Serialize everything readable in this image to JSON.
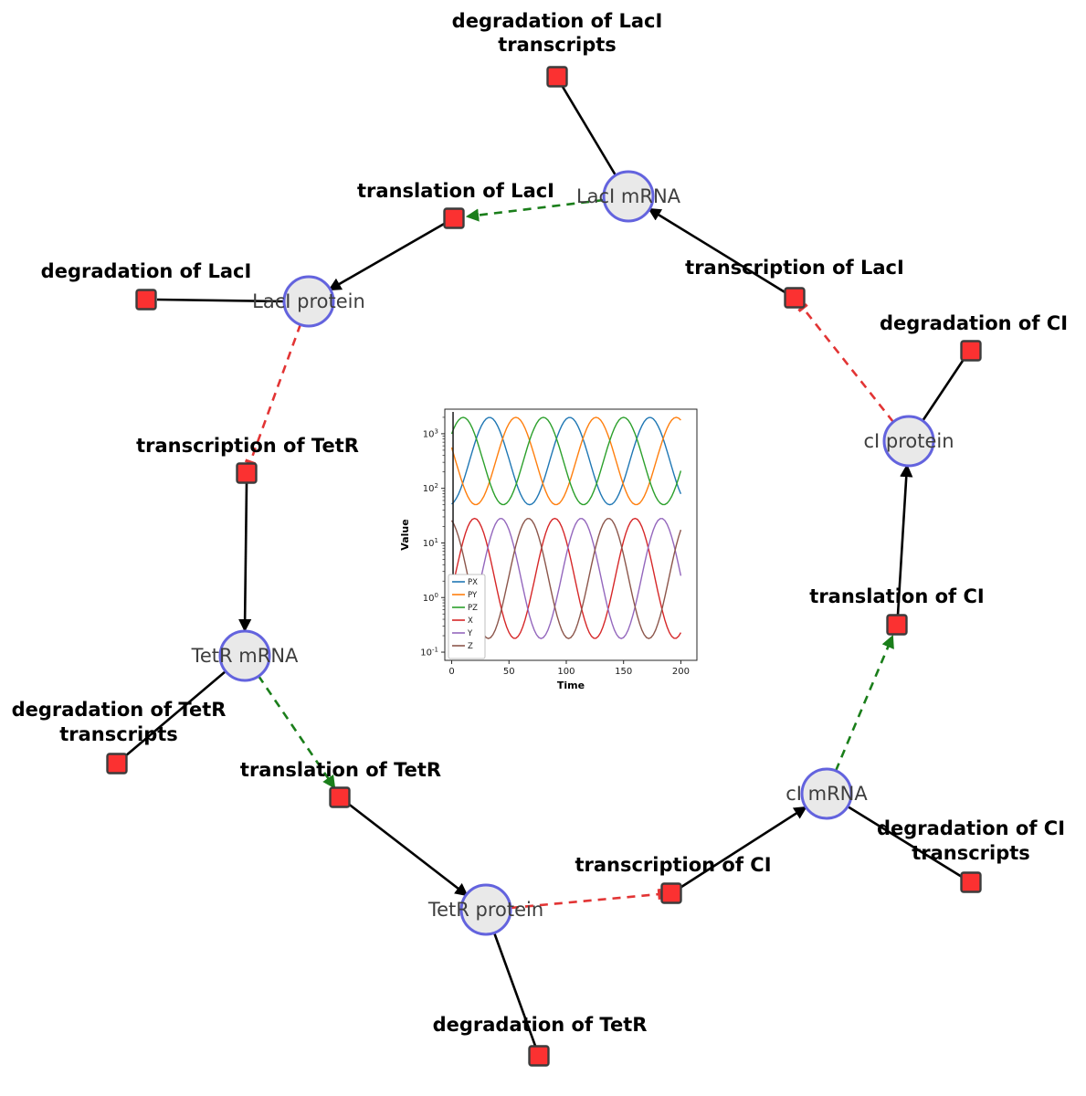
{
  "diagram": {
    "species": [
      {
        "id": "lacI-mRNA",
        "label": "LacI mRNA"
      },
      {
        "id": "lacI-protein",
        "label": "LacI protein"
      },
      {
        "id": "tetR-mRNA",
        "label": "TetR mRNA"
      },
      {
        "id": "tetR-protein",
        "label": "TetR protein"
      },
      {
        "id": "cI-mRNA",
        "label": "cI mRNA"
      },
      {
        "id": "cI-protein",
        "label": "cI protein"
      }
    ],
    "reactions": [
      {
        "id": "degradation-of-lacI-transcripts",
        "lines": [
          "degradation of LacI",
          "transcripts"
        ]
      },
      {
        "id": "translation-of-lacI",
        "lines": [
          "translation of LacI"
        ]
      },
      {
        "id": "transcription-of-lacI",
        "lines": [
          "transcription of LacI"
        ]
      },
      {
        "id": "degradation-of-lacI",
        "lines": [
          "degradation of LacI"
        ]
      },
      {
        "id": "degradation-of-cI",
        "lines": [
          "degradation of CI"
        ]
      },
      {
        "id": "transcription-of-tetR",
        "lines": [
          "transcription of TetR"
        ]
      },
      {
        "id": "translation-of-cI",
        "lines": [
          "translation of CI"
        ]
      },
      {
        "id": "degradation-of-tetR-transcripts",
        "lines": [
          "degradation of TetR",
          "transcripts"
        ]
      },
      {
        "id": "translation-of-tetR",
        "lines": [
          "translation of TetR"
        ]
      },
      {
        "id": "transcription-of-cI",
        "lines": [
          "transcription of CI"
        ]
      },
      {
        "id": "degradation-of-cI-transcripts",
        "lines": [
          "degradation of CI",
          "transcripts"
        ]
      },
      {
        "id": "degradation-of-tetR",
        "lines": [
          "degradation of TetR"
        ]
      }
    ],
    "edge_kinds": {
      "production": "black solid arrow from reaction to species",
      "consumption": "black solid line from species to degradation reaction",
      "modifier": "green dashed arrow from mRNA to translation reaction",
      "inhibition": "red dashed tee from protein to transcription reaction"
    },
    "colors": {
      "species_fill": "#e9e9e9",
      "species_stroke": "#6363de",
      "reaction_fill": "#fb3131",
      "reaction_stroke": "#3c3c3c",
      "edge": "#000000",
      "modifier_edge": "#1a7e1a",
      "inhibition_edge": "#e23434"
    }
  },
  "chart_data": {
    "type": "line",
    "title": "",
    "xlabel": "Time",
    "ylabel": "Value",
    "x_ticks": [
      0,
      50,
      100,
      150,
      200
    ],
    "x_range": [
      -6,
      214
    ],
    "t_max": 200,
    "sample_step": 2,
    "y_scale": "log10",
    "y_tick_exponents": [
      -1,
      0,
      1,
      2,
      3
    ],
    "y_log_range": [
      -1.15,
      3.45
    ],
    "grid": false,
    "waveform": "log10(value) = log10_mean + log10_amp * cos(2*pi*(t - peak_time)/period)",
    "initial_transient": {
      "t": 1.2,
      "log10_from": -1.1,
      "log10_to": 3.4
    },
    "series": [
      {
        "name": "PX",
        "color": "#1f77b4",
        "log10_mean": 2.5,
        "log10_amp": 0.8,
        "period": 70,
        "peak_time": 33,
        "min_value": 50,
        "max_value": 2000
      },
      {
        "name": "PY",
        "color": "#ff7f0e",
        "log10_mean": 2.5,
        "log10_amp": 0.8,
        "period": 70,
        "peak_time": 56,
        "min_value": 50,
        "max_value": 2000
      },
      {
        "name": "PZ",
        "color": "#2ca02c",
        "log10_mean": 2.5,
        "log10_amp": 0.8,
        "period": 70,
        "peak_time": 80,
        "min_value": 50,
        "max_value": 2000
      },
      {
        "name": "X",
        "color": "#d62728",
        "log10_mean": 0.35,
        "log10_amp": 1.1,
        "period": 70,
        "peak_time": 20,
        "min_value": 0.18,
        "max_value": 28
      },
      {
        "name": "Y",
        "color": "#9467bd",
        "log10_mean": 0.35,
        "log10_amp": 1.1,
        "period": 70,
        "peak_time": 43,
        "min_value": 0.18,
        "max_value": 28
      },
      {
        "name": "Z",
        "color": "#8c564b",
        "log10_mean": 0.35,
        "log10_amp": 1.1,
        "period": 70,
        "peak_time": 67,
        "min_value": 0.18,
        "max_value": 28
      }
    ],
    "legend": {
      "position": "lower left",
      "entries": [
        "PX",
        "PY",
        "PZ",
        "X",
        "Y",
        "Z"
      ]
    }
  }
}
